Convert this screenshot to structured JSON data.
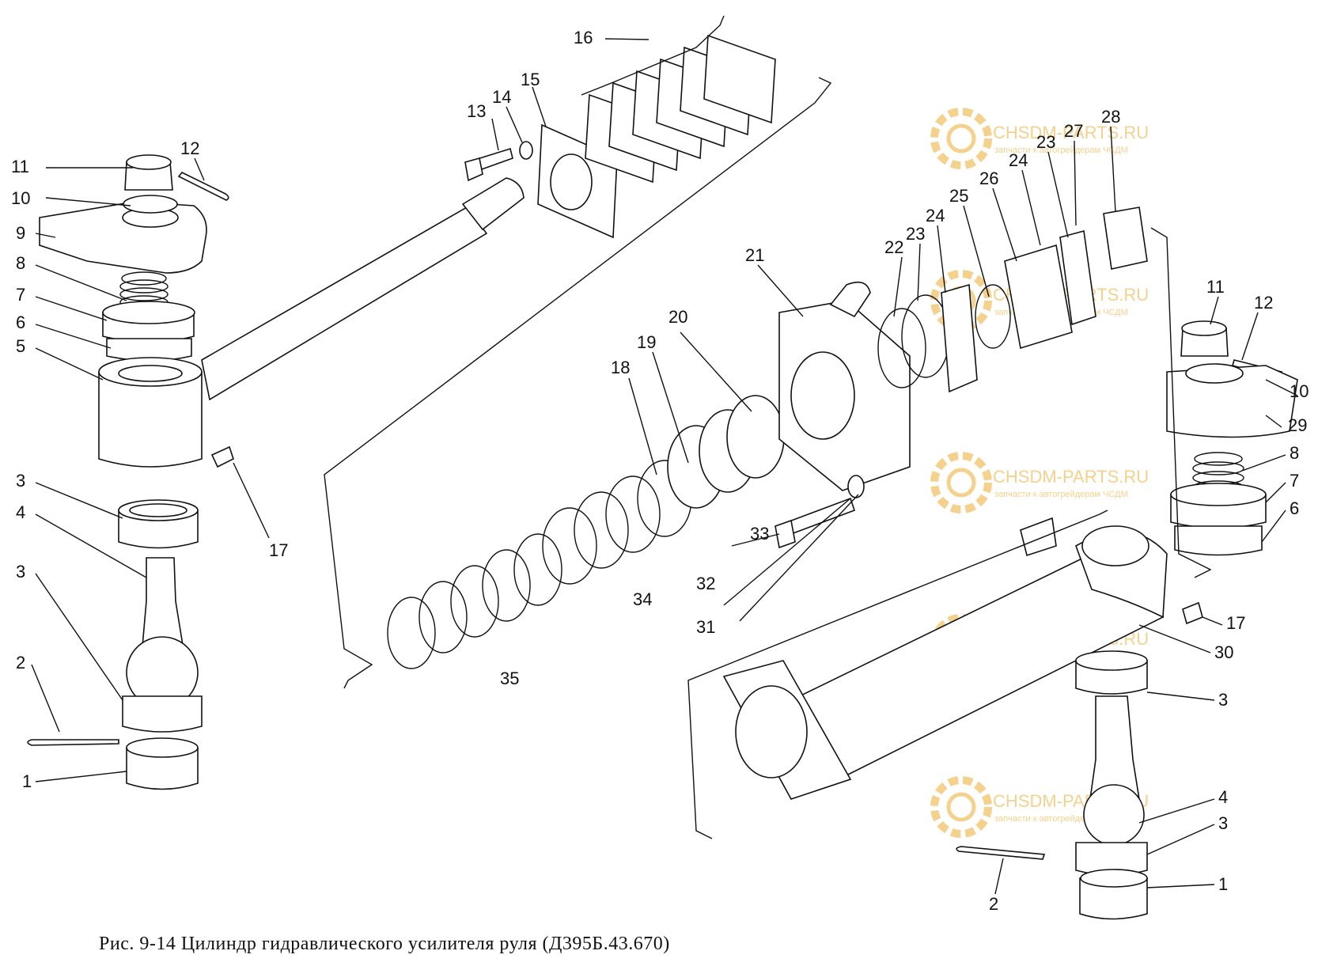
{
  "caption": "Рис. 9-14 Цилиндр гидравлического усилителя руля (Д395Б.43.670)",
  "watermark": {
    "brand": "CHSDM-PARTS.RU",
    "subtitle": "запчасти к автогрейдерам ЧСДМ",
    "color": "#f2c978",
    "icon": "gear-logo-icon"
  },
  "callouts": [
    {
      "id": "c11-left",
      "text": "11"
    },
    {
      "id": "c12-left",
      "text": "12"
    },
    {
      "id": "c10-left",
      "text": "10"
    },
    {
      "id": "c9",
      "text": "9"
    },
    {
      "id": "c8-left",
      "text": "8"
    },
    {
      "id": "c7-left",
      "text": "7"
    },
    {
      "id": "c6-left",
      "text": "6"
    },
    {
      "id": "c5",
      "text": "5"
    },
    {
      "id": "c3-left-a",
      "text": "3"
    },
    {
      "id": "c4-left",
      "text": "4"
    },
    {
      "id": "c3-left-b",
      "text": "3"
    },
    {
      "id": "c2-left",
      "text": "2"
    },
    {
      "id": "c1-left",
      "text": "1"
    },
    {
      "id": "c17-left",
      "text": "17"
    },
    {
      "id": "c13",
      "text": "13"
    },
    {
      "id": "c14",
      "text": "14"
    },
    {
      "id": "c15",
      "text": "15"
    },
    {
      "id": "c16",
      "text": "16"
    },
    {
      "id": "c20",
      "text": "20"
    },
    {
      "id": "c19",
      "text": "19"
    },
    {
      "id": "c18",
      "text": "18"
    },
    {
      "id": "c21",
      "text": "21"
    },
    {
      "id": "c22",
      "text": "22"
    },
    {
      "id": "c23-a",
      "text": "23"
    },
    {
      "id": "c24-a",
      "text": "24"
    },
    {
      "id": "c25",
      "text": "25"
    },
    {
      "id": "c26",
      "text": "26"
    },
    {
      "id": "c24-b",
      "text": "24"
    },
    {
      "id": "c23-b",
      "text": "23"
    },
    {
      "id": "c27",
      "text": "27"
    },
    {
      "id": "c28",
      "text": "28"
    },
    {
      "id": "c33",
      "text": "33"
    },
    {
      "id": "c32",
      "text": "32"
    },
    {
      "id": "c31",
      "text": "31"
    },
    {
      "id": "c34",
      "text": "34"
    },
    {
      "id": "c35",
      "text": "35"
    },
    {
      "id": "c11-right",
      "text": "11"
    },
    {
      "id": "c12-right",
      "text": "12"
    },
    {
      "id": "c10-right",
      "text": "10"
    },
    {
      "id": "c29",
      "text": "29"
    },
    {
      "id": "c8-right",
      "text": "8"
    },
    {
      "id": "c7-right",
      "text": "7"
    },
    {
      "id": "c6-right",
      "text": "6"
    },
    {
      "id": "c17-right",
      "text": "17"
    },
    {
      "id": "c30",
      "text": "30"
    },
    {
      "id": "c3-right-a",
      "text": "3"
    },
    {
      "id": "c4-right",
      "text": "4"
    },
    {
      "id": "c3-right-b",
      "text": "3"
    },
    {
      "id": "c2-right",
      "text": "2"
    },
    {
      "id": "c1-right",
      "text": "1"
    }
  ]
}
